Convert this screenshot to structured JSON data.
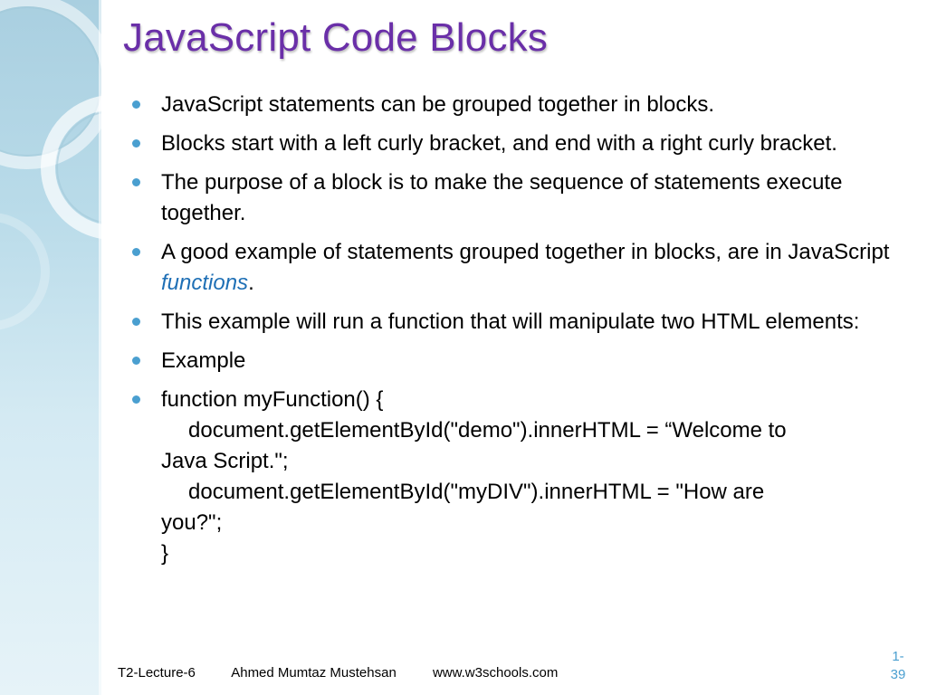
{
  "slide": {
    "title": "JavaScript Code Blocks",
    "bullets": [
      {
        "text": "JavaScript statements can be grouped together in blocks."
      },
      {
        "text": "Blocks start with a left curly bracket, and end with a right curly bracket."
      },
      {
        "text": "The purpose of a block is to make the sequence of statements execute together."
      },
      {
        "prefix": "A good example of statements grouped together in blocks, are in JavaScript ",
        "link": "functions",
        "suffix": "."
      },
      {
        "text": "This example will run a function that will manipulate two HTML elements:"
      },
      {
        "text": "Example"
      }
    ],
    "code": {
      "line1": "function myFunction() {",
      "line2": "document.getElementById(\"demo\").innerHTML = “Welcome to",
      "line3": "Java Script.\";",
      "line4": "document.getElementById(\"myDIV\").innerHTML = \"How are",
      "line5": "you?\";",
      "line6": "}"
    }
  },
  "footer": {
    "course": "T2-Lecture-6",
    "author": "Ahmed Mumtaz Mustehsan",
    "source": "www.w3schools.com",
    "page_top": "1-",
    "page_bottom": "39"
  },
  "colors": {
    "title": "#6a2fa8",
    "bullet": "#4a9fd0",
    "link": "#1e6fb5",
    "sidebar": "#b9dbe9"
  }
}
